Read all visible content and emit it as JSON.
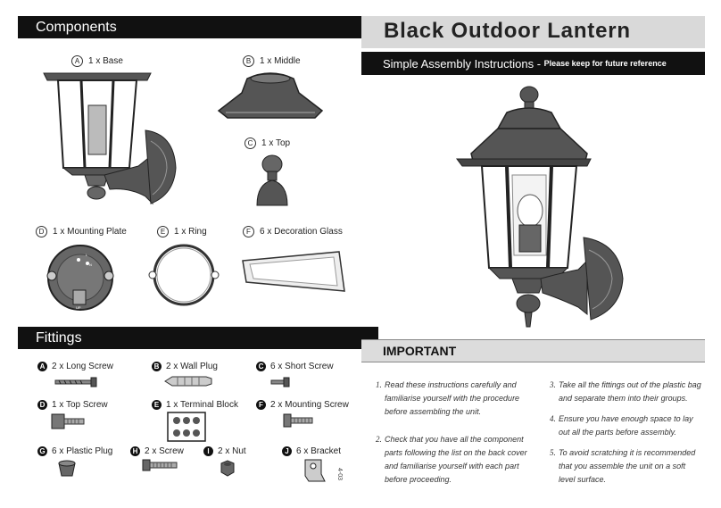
{
  "left": {
    "components_title": "Components",
    "components": [
      {
        "letter": "A",
        "label": "1 x Base"
      },
      {
        "letter": "B",
        "label": "1 x Middle"
      },
      {
        "letter": "C",
        "label": "1 x Top"
      },
      {
        "letter": "D",
        "label": "1 x Mounting Plate"
      },
      {
        "letter": "E",
        "label": "1 x Ring"
      },
      {
        "letter": "F",
        "label": "6 x Decoration Glass"
      }
    ],
    "plate_marks": {
      "l": "L",
      "n": "N",
      "up": "UP"
    },
    "fittings_title": "Fittings",
    "fittings": [
      {
        "letter": "A",
        "label": "2 x Long Screw"
      },
      {
        "letter": "B",
        "label": "2 x Wall Plug"
      },
      {
        "letter": "C",
        "label": "6 x Short Screw"
      },
      {
        "letter": "D",
        "label": "1 x Top Screw"
      },
      {
        "letter": "E",
        "label": "1 x Terminal Block"
      },
      {
        "letter": "F",
        "label": "2 x Mounting Screw"
      },
      {
        "letter": "G",
        "label": "6 x Plastic Plug"
      },
      {
        "letter": "H",
        "label": "2 x Screw"
      },
      {
        "letter": "I",
        "label": "2 x Nut"
      },
      {
        "letter": "J",
        "label": "6 x Bracket"
      }
    ],
    "code": "4-03"
  },
  "right": {
    "title": "Black Outdoor Lantern",
    "subtitle": "Simple Assembly Instructions",
    "subtitle_dash": " - ",
    "subtitle_note": "Please keep for future reference",
    "important_title": "IMPORTANT",
    "steps": [
      {
        "num": "1.",
        "text": "Read these instructions carefully and familiarise yourself with the procedure before assembling the unit."
      },
      {
        "num": "2.",
        "text": "Check that you have all the component parts following the list on the back cover and familiarise yourself with each part before proceeding."
      },
      {
        "num": "3.",
        "text": "Take all the fittings out of the plastic bag and separate them into their groups."
      },
      {
        "num": "4.",
        "text": "Ensure you have enough space to lay out all the parts before assembly."
      },
      {
        "num": "5.",
        "text": "To avoid scratching it is recommended that you assemble the unit on a soft level surface."
      }
    ]
  },
  "colors": {
    "header_black": "#111111",
    "title_grey_bg": "#d9d9d9",
    "important_bg": "#dcdcdc"
  }
}
